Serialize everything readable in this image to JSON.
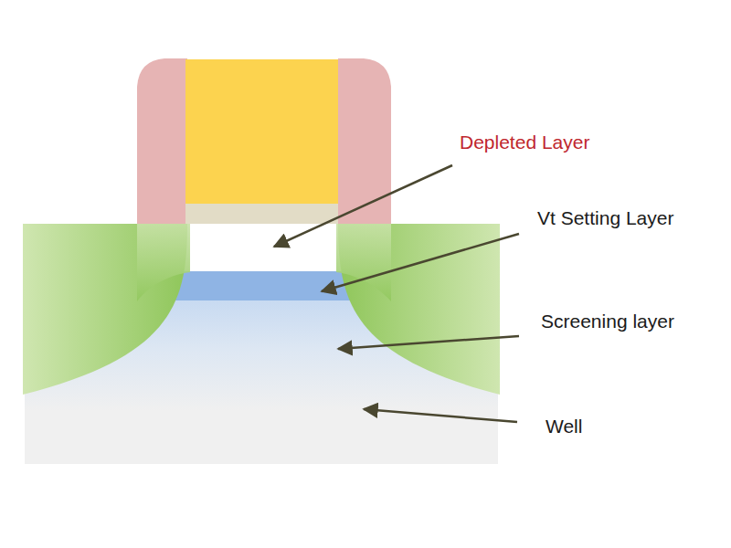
{
  "diagram": {
    "labels": [
      "Depleted Layer",
      "Vt Setting Layer",
      "Screening layer",
      "Well"
    ]
  }
}
